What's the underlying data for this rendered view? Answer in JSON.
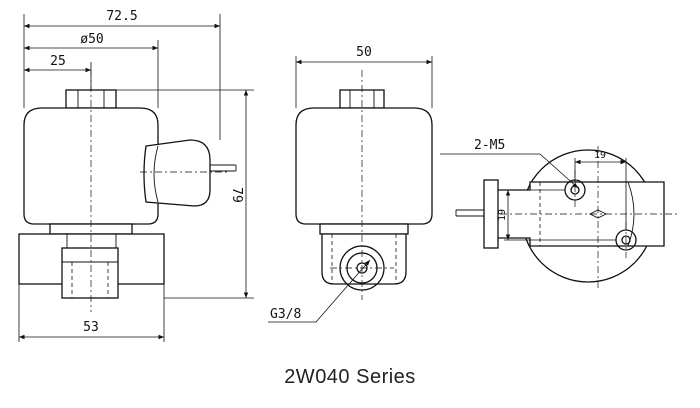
{
  "caption": "2W040 Series",
  "dimensions": {
    "overall_width": "72.5",
    "coil_diameter": "ø50",
    "center_offset": "25",
    "overall_height": "79",
    "base_width": "53",
    "side_width": "50",
    "port_thread": "G3/8",
    "mounting_holes": "2-M5",
    "hole_spacing_x": "19",
    "hole_spacing_y": "19"
  }
}
